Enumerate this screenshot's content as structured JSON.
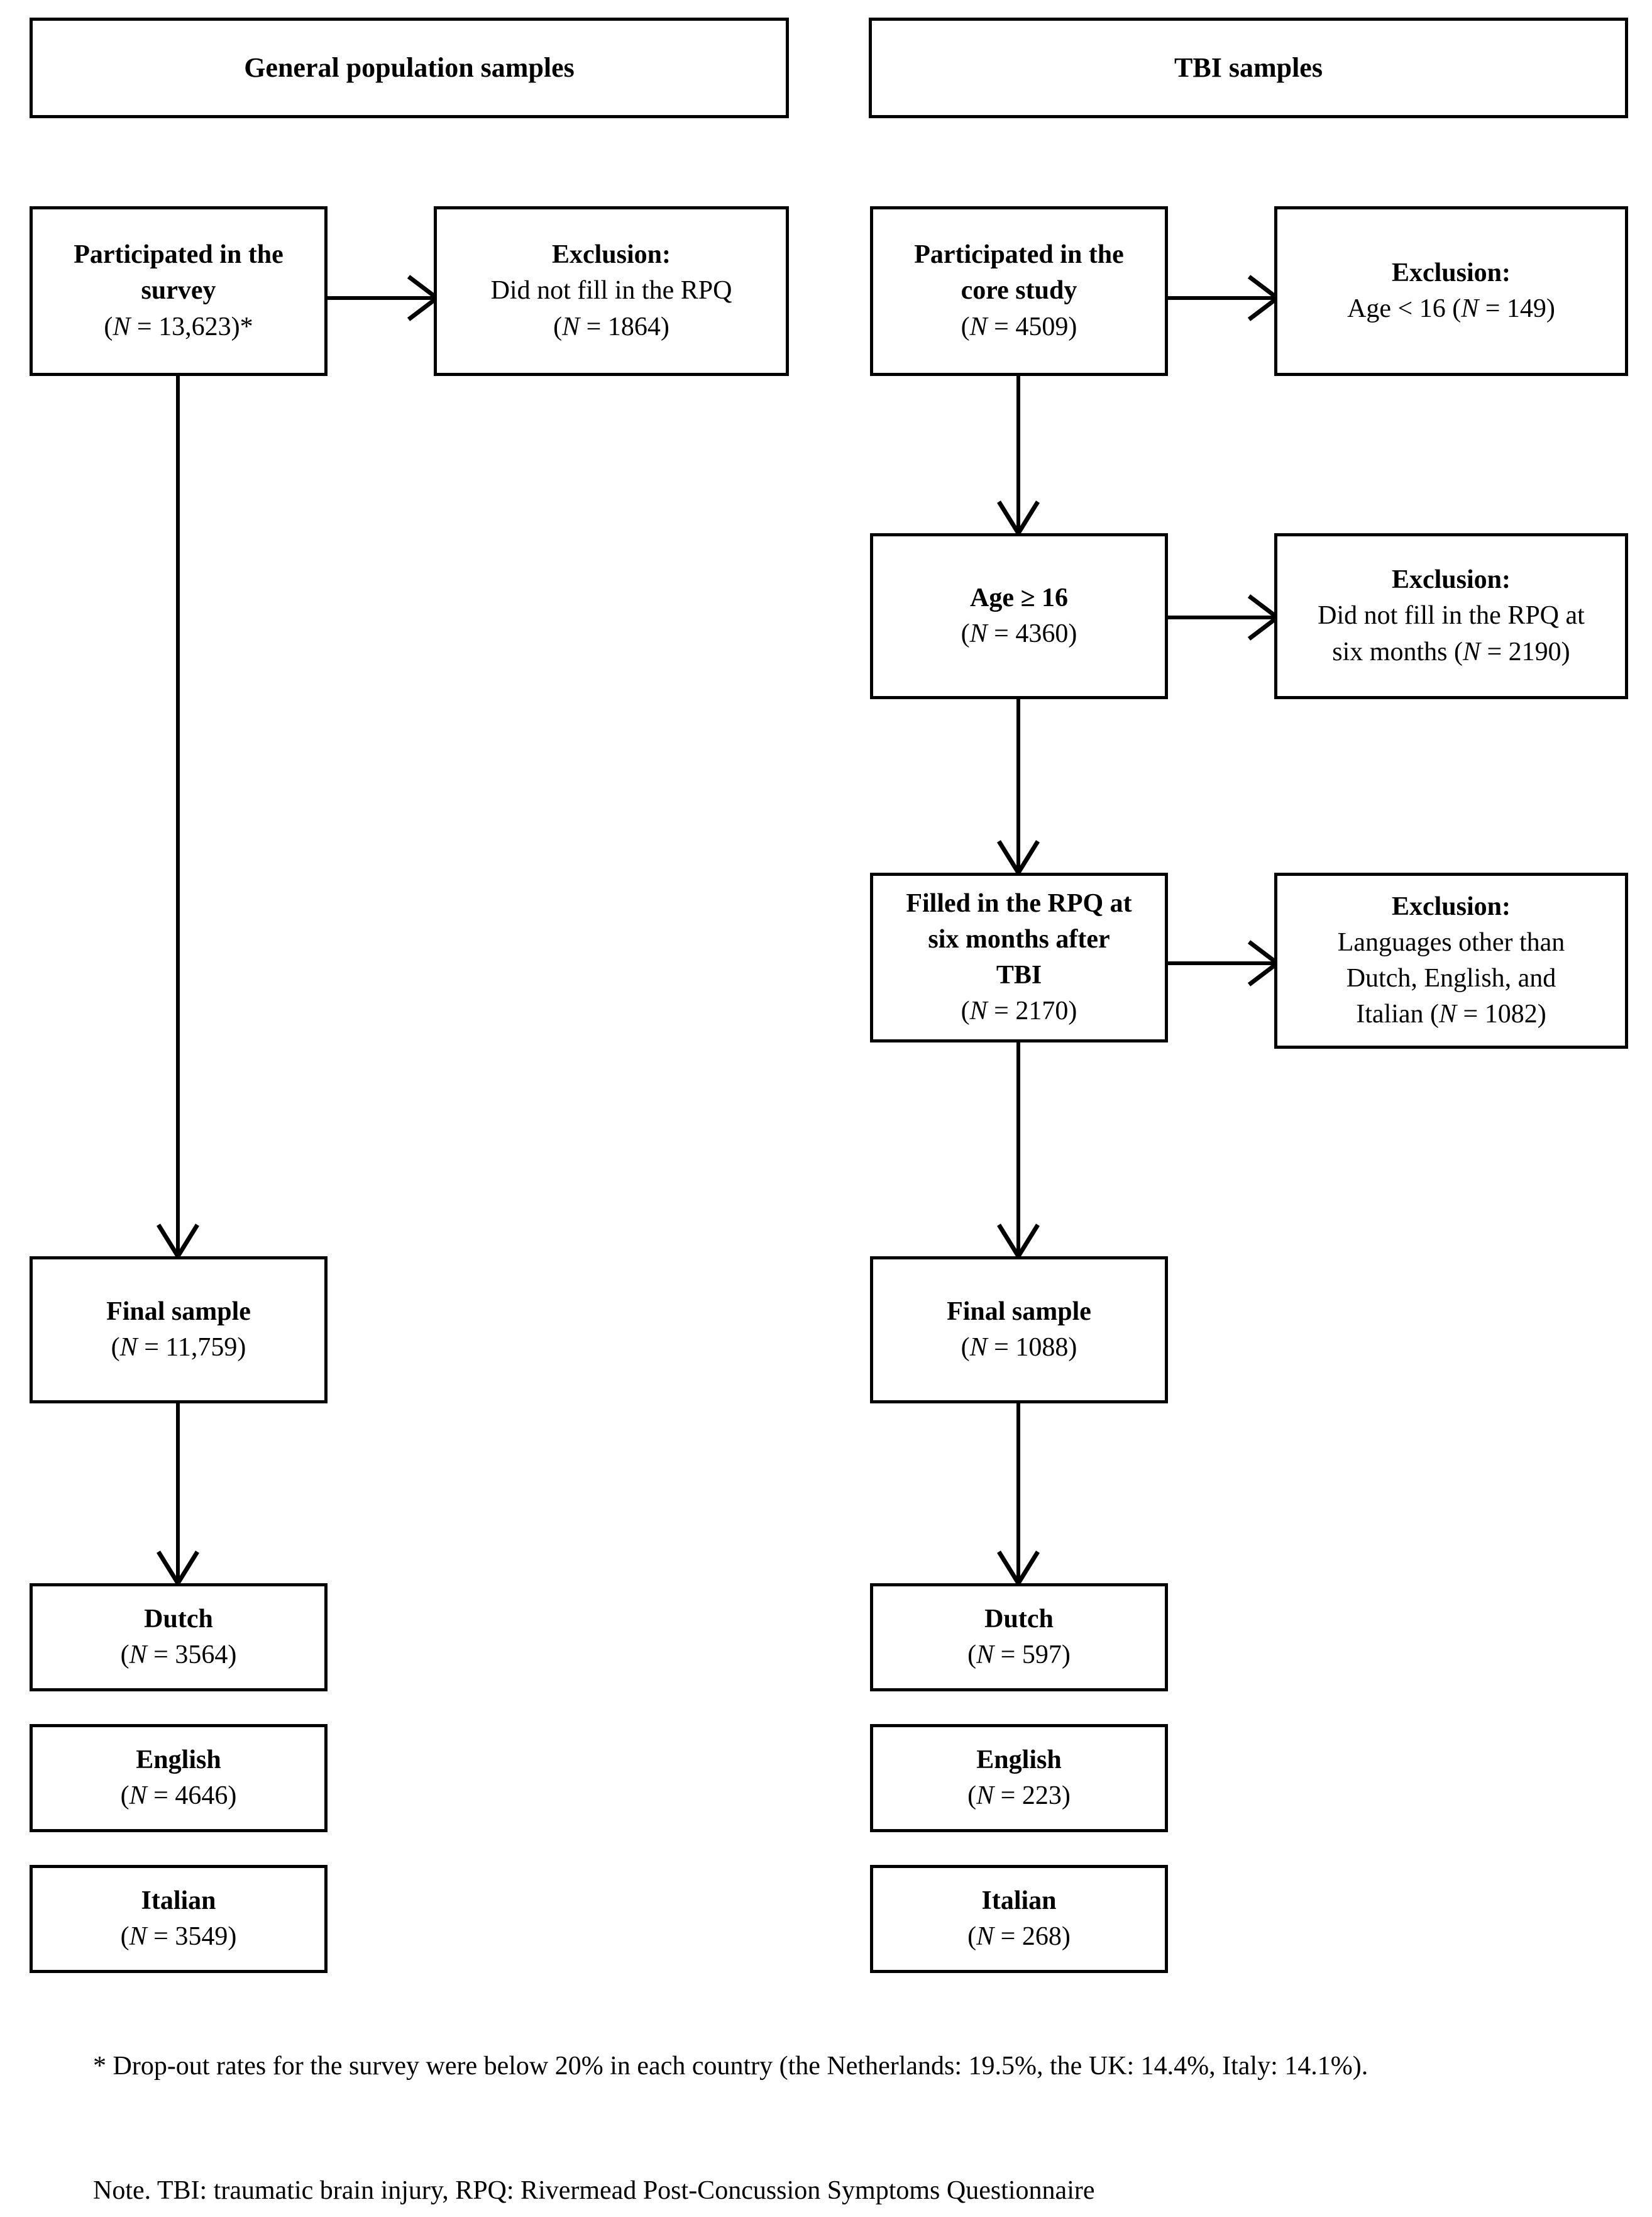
{
  "figure": {
    "type": "flowchart",
    "title": "Participant flow diagram",
    "columns": [
      {
        "id": "general",
        "header": "General population samples"
      },
      {
        "id": "tbi",
        "header": "TBI samples"
      }
    ]
  },
  "headers": {
    "left": "General population samples",
    "right": "TBI samples"
  },
  "nodes": {
    "gp_participated": {
      "lines": [
        "Participated in the",
        "survey"
      ],
      "n_prefix": "(",
      "n_italic": "N",
      "n_value": " = 13,623)*",
      "n_text": "(N = 13,623)*"
    },
    "gp_exclusion": {
      "title": "Exclusion:",
      "lines": [
        "Did not fill in the RPQ"
      ],
      "n_text": "(N = 1864)"
    },
    "gp_final": {
      "lines": [
        "Final sample"
      ],
      "n_text": "(N = 11,759)"
    },
    "gp_dutch": {
      "lines": [
        "Dutch"
      ],
      "n_text": "(N = 3564)"
    },
    "gp_english": {
      "lines": [
        "English"
      ],
      "n_text": "(N = 4646)"
    },
    "gp_italian": {
      "lines": [
        "Italian"
      ],
      "n_text": "(N = 3549)"
    },
    "tbi_participated": {
      "lines": [
        "Participated in the",
        "core study"
      ],
      "n_text": "(N = 4509)"
    },
    "tbi_exclusion_age": {
      "title": "Exclusion:",
      "lines": [],
      "n_text": "Age < 16 (N = 149)"
    },
    "tbi_age16": {
      "lines": [
        "Age ≥ 16"
      ],
      "n_text": "(N = 4360)"
    },
    "tbi_exclusion_rpq": {
      "title": "Exclusion:",
      "lines": [
        "Did not fill in the RPQ at"
      ],
      "n_text": "six months (N = 2190)"
    },
    "tbi_filled": {
      "lines": [
        "Filled in the RPQ at",
        "six months after",
        "TBI"
      ],
      "n_text": "(N = 2170)"
    },
    "tbi_exclusion_lang": {
      "title": "Exclusion:",
      "lines": [
        "Languages other than",
        "Dutch, English, and"
      ],
      "n_text": "Italian (N = 1082)"
    },
    "tbi_final": {
      "lines": [
        "Final sample"
      ],
      "n_text": "(N = 1088)"
    },
    "tbi_dutch": {
      "lines": [
        "Dutch"
      ],
      "n_text": "(N = 597)"
    },
    "tbi_english": {
      "lines": [
        "English"
      ],
      "n_text": "(N = 223)"
    },
    "tbi_italian": {
      "lines": [
        "Italian"
      ],
      "n_text": "(N = 268)"
    }
  },
  "notes": {
    "footnote_star": "* Drop-out rates for the survey were below 20% in each country (the Netherlands: 19.5%, the UK: 14.4%, Italy: 14.1%).",
    "footnote_note": "Note. TBI: traumatic brain injury, RPQ: Rivermead Post-Concussion Symptoms Questionnaire"
  },
  "colors": {
    "stroke": "#000000",
    "fill": "#ffffff",
    "text": "#000000"
  }
}
